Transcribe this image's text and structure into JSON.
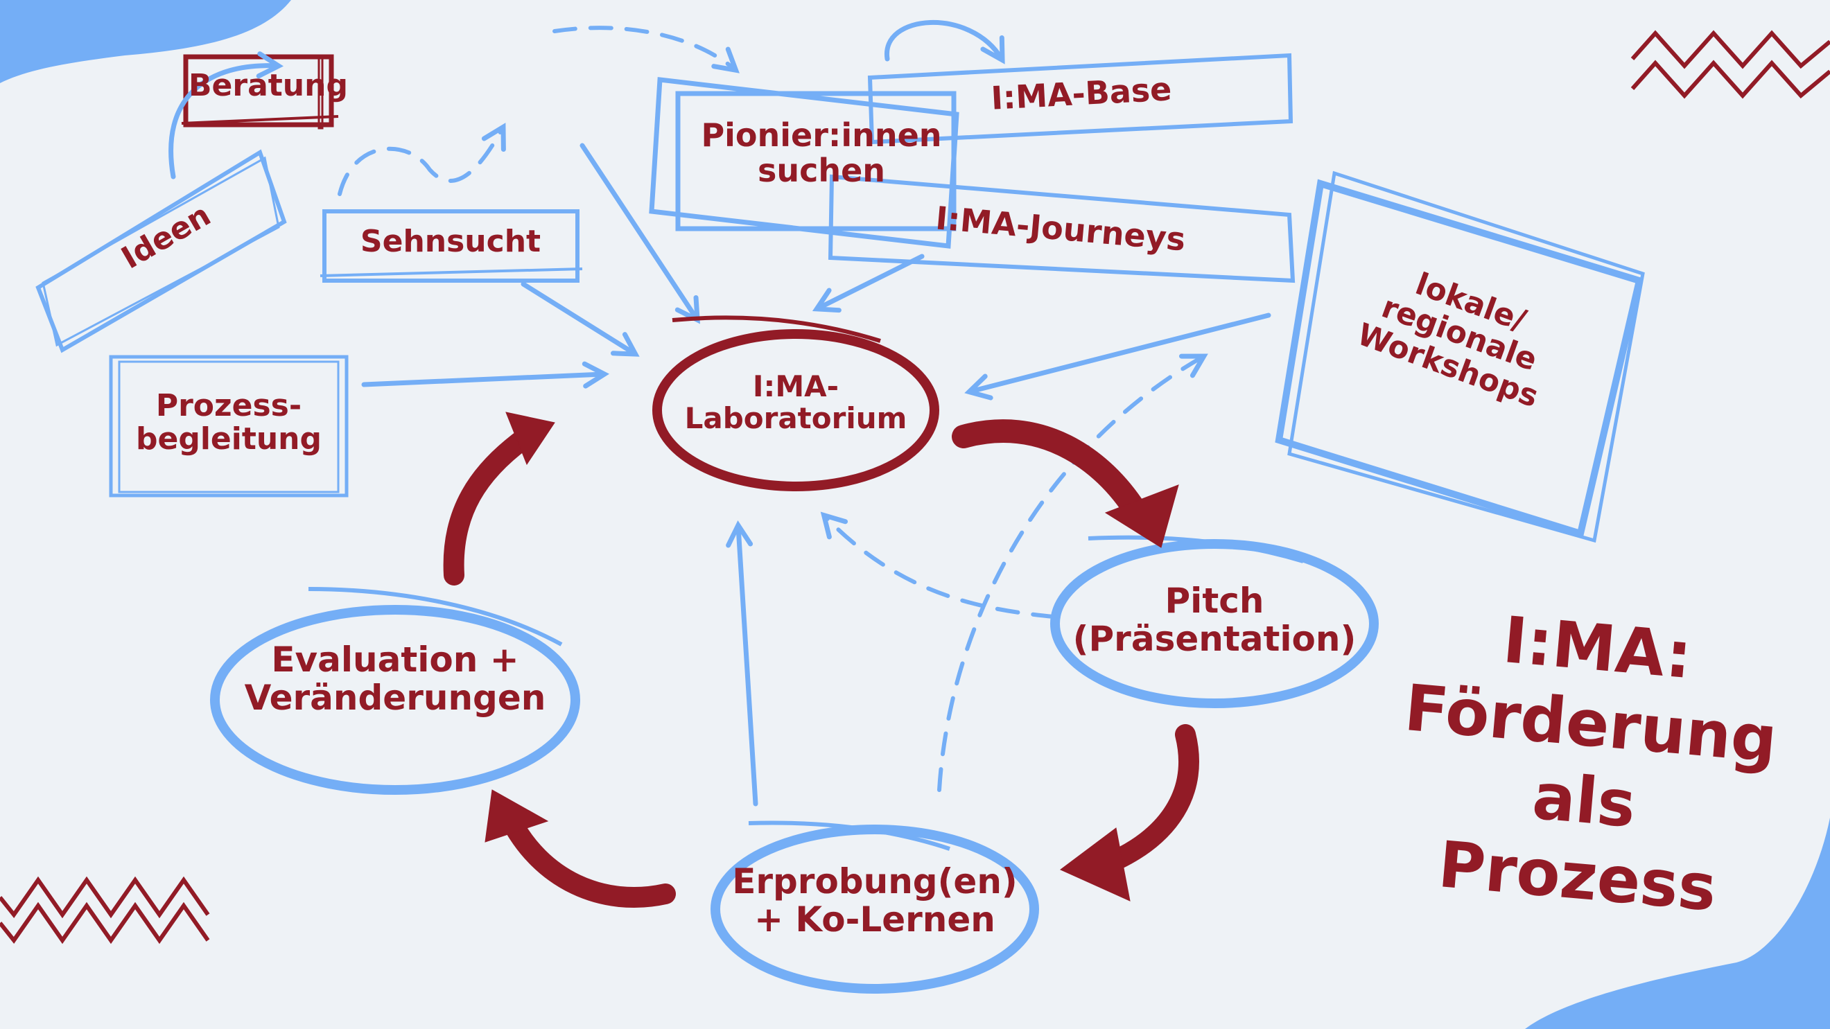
{
  "colors": {
    "background": "#eef2f6",
    "accent_red": "#921b26",
    "accent_blue": "#74aef6"
  },
  "title": {
    "lines": [
      "I:MA:",
      "Förderung",
      "als",
      "Prozess"
    ]
  },
  "inputs": {
    "ideen": "Ideen",
    "beratung": "Beratung",
    "sehnsucht": "Sehnsucht",
    "prozessbegleitung": "Prozess-\nbegleitung",
    "pionier": "Pionier:innen\nsuchen",
    "base": "I:MA-Base",
    "journeys": "I:MA-Journeys",
    "workshops": "lokale/\nregionale\nWorkshops"
  },
  "cycle": {
    "laboratorium": "I:MA-\nLaboratorium",
    "pitch": "Pitch\n(Präsentation)",
    "erprobung": "Erprobung(en)\n+ Ko-Lernen",
    "evaluation": "Evaluation +\nVeränderungen"
  },
  "decorations": [
    "zigzag-top-right",
    "zigzag-bottom-left",
    "blob-top-left",
    "blob-bottom-right"
  ]
}
